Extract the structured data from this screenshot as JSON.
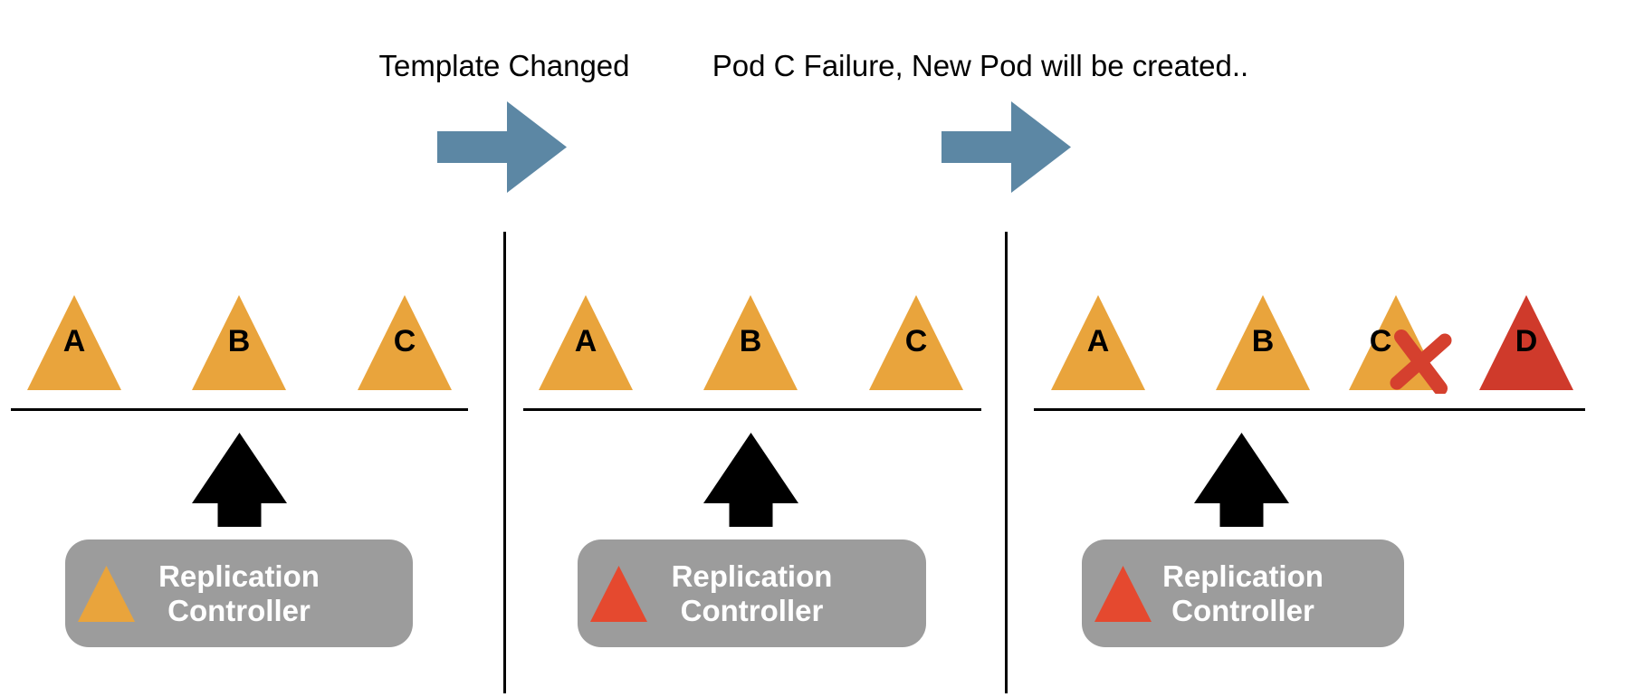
{
  "transitions": [
    {
      "label": "Template Changed"
    },
    {
      "label": "Pod C Failure, New Pod will be created.."
    }
  ],
  "panels": [
    {
      "id": "initial-state",
      "pods": [
        {
          "label": "A"
        },
        {
          "label": "B"
        },
        {
          "label": "C"
        }
      ],
      "controller": {
        "line1": "Replication",
        "line2": "Controller"
      }
    },
    {
      "id": "after-template-change",
      "pods": [
        {
          "label": "A"
        },
        {
          "label": "B"
        },
        {
          "label": "C"
        }
      ],
      "controller": {
        "line1": "Replication",
        "line2": "Controller"
      }
    },
    {
      "id": "after-pod-c-failure",
      "pods": [
        {
          "label": "A"
        },
        {
          "label": "B"
        },
        {
          "label": "C"
        },
        {
          "label": "D"
        }
      ],
      "controller": {
        "line1": "Replication",
        "line2": "Controller"
      }
    }
  ],
  "colors": {
    "pod_orange": "#E9A43C",
    "pod_red": "#CF3A2B",
    "icon_red": "#E5492F",
    "x_red": "#D5402E",
    "arrow_blue": "#5C87A4",
    "black": "#000000",
    "box_gray": "#9C9C9C",
    "text_white": "#FFFFFF"
  }
}
